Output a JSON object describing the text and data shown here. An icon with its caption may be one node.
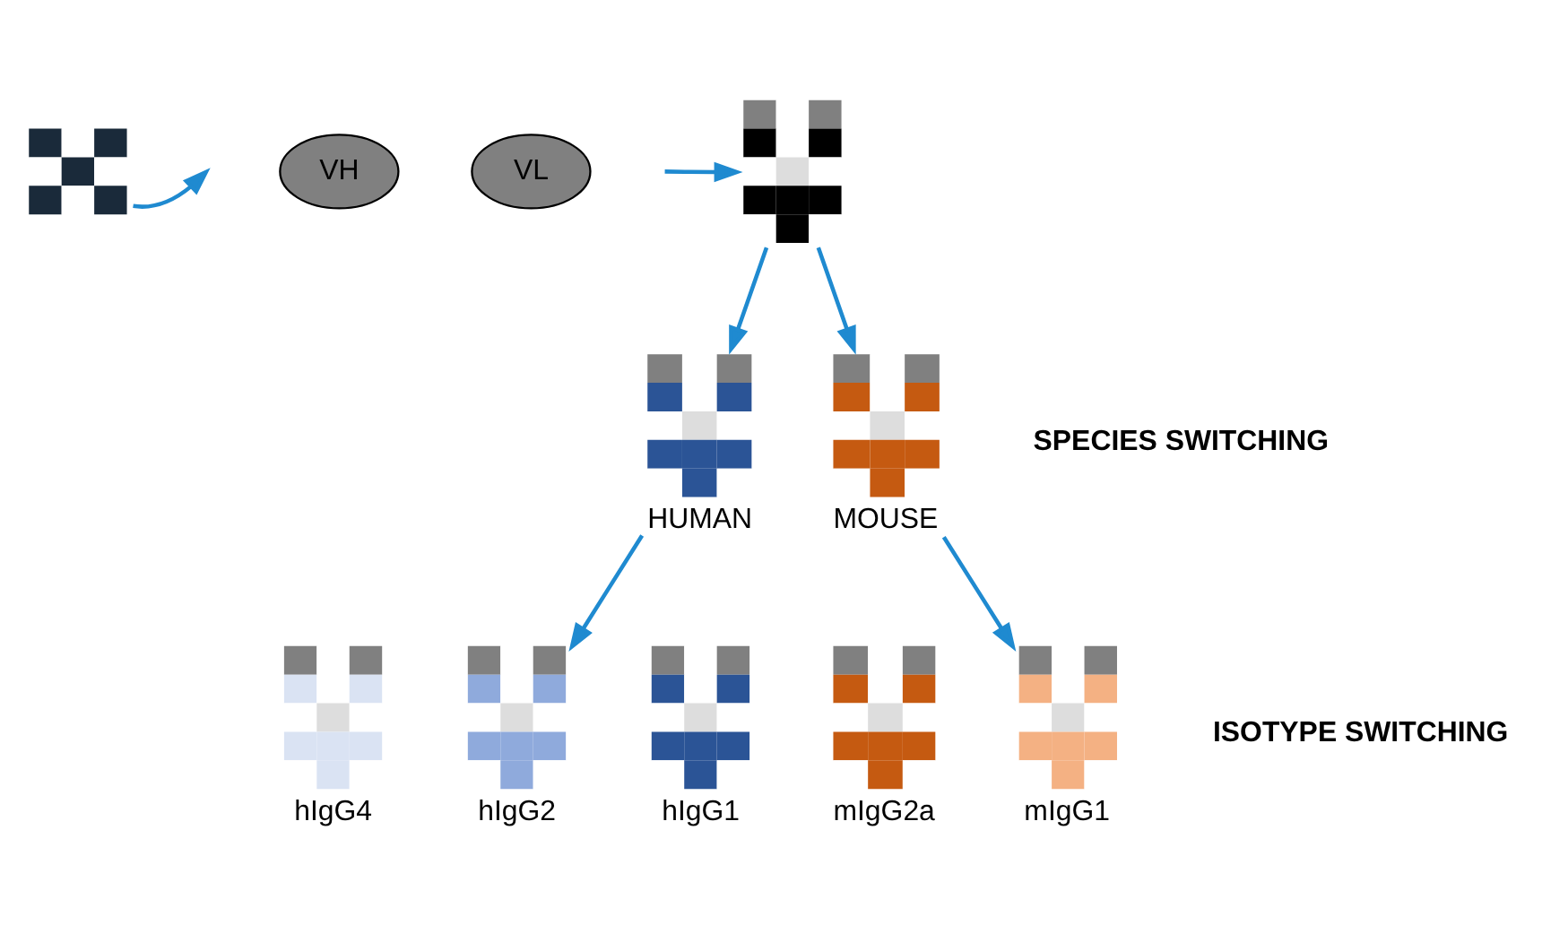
{
  "diagram": {
    "nodes": [
      {
        "text": [],
        "shape": "picture"
      },
      {
        "text": [
          "VH"
        ]
      },
      {
        "text": [
          "VL"
        ]
      },
      {
        "text": [],
        "shape": "picture"
      },
      {
        "text": [],
        "shape": "picture",
        "beside": [
          "HUMAN"
        ]
      },
      {
        "text": [],
        "shape": "picture",
        "beside": [
          "MOUSE"
        ]
      },
      {
        "text": [],
        "shape": "picture",
        "beside": [
          "hIgG4"
        ]
      },
      {
        "text": [],
        "shape": "picture",
        "beside": [
          "hIgG2"
        ]
      },
      {
        "text": [],
        "shape": "picture",
        "beside": [
          "hIgG1"
        ]
      },
      {
        "text": [],
        "shape": "picture",
        "beside": [
          "mIgG2a"
        ]
      },
      {
        "text": [],
        "shape": "picture",
        "beside": [
          "mIgG1"
        ]
      }
    ],
    "edges": [
      {
        "from": 0,
        "to": null,
        "arrow": "to"
      },
      {
        "from": null,
        "to": 3,
        "arrow": "to"
      },
      {
        "from": 3,
        "to": 4,
        "arrow": "to"
      },
      {
        "from": 3,
        "to": 5,
        "arrow": "to"
      },
      {
        "from": 4,
        "to": 7,
        "arrow": "to"
      },
      {
        "from": 5,
        "to": 10,
        "arrow": "to"
      }
    ],
    "labels": [
      "SPECIES SWITCHING",
      "ISOTYPE SWITCHING"
    ]
  }
}
